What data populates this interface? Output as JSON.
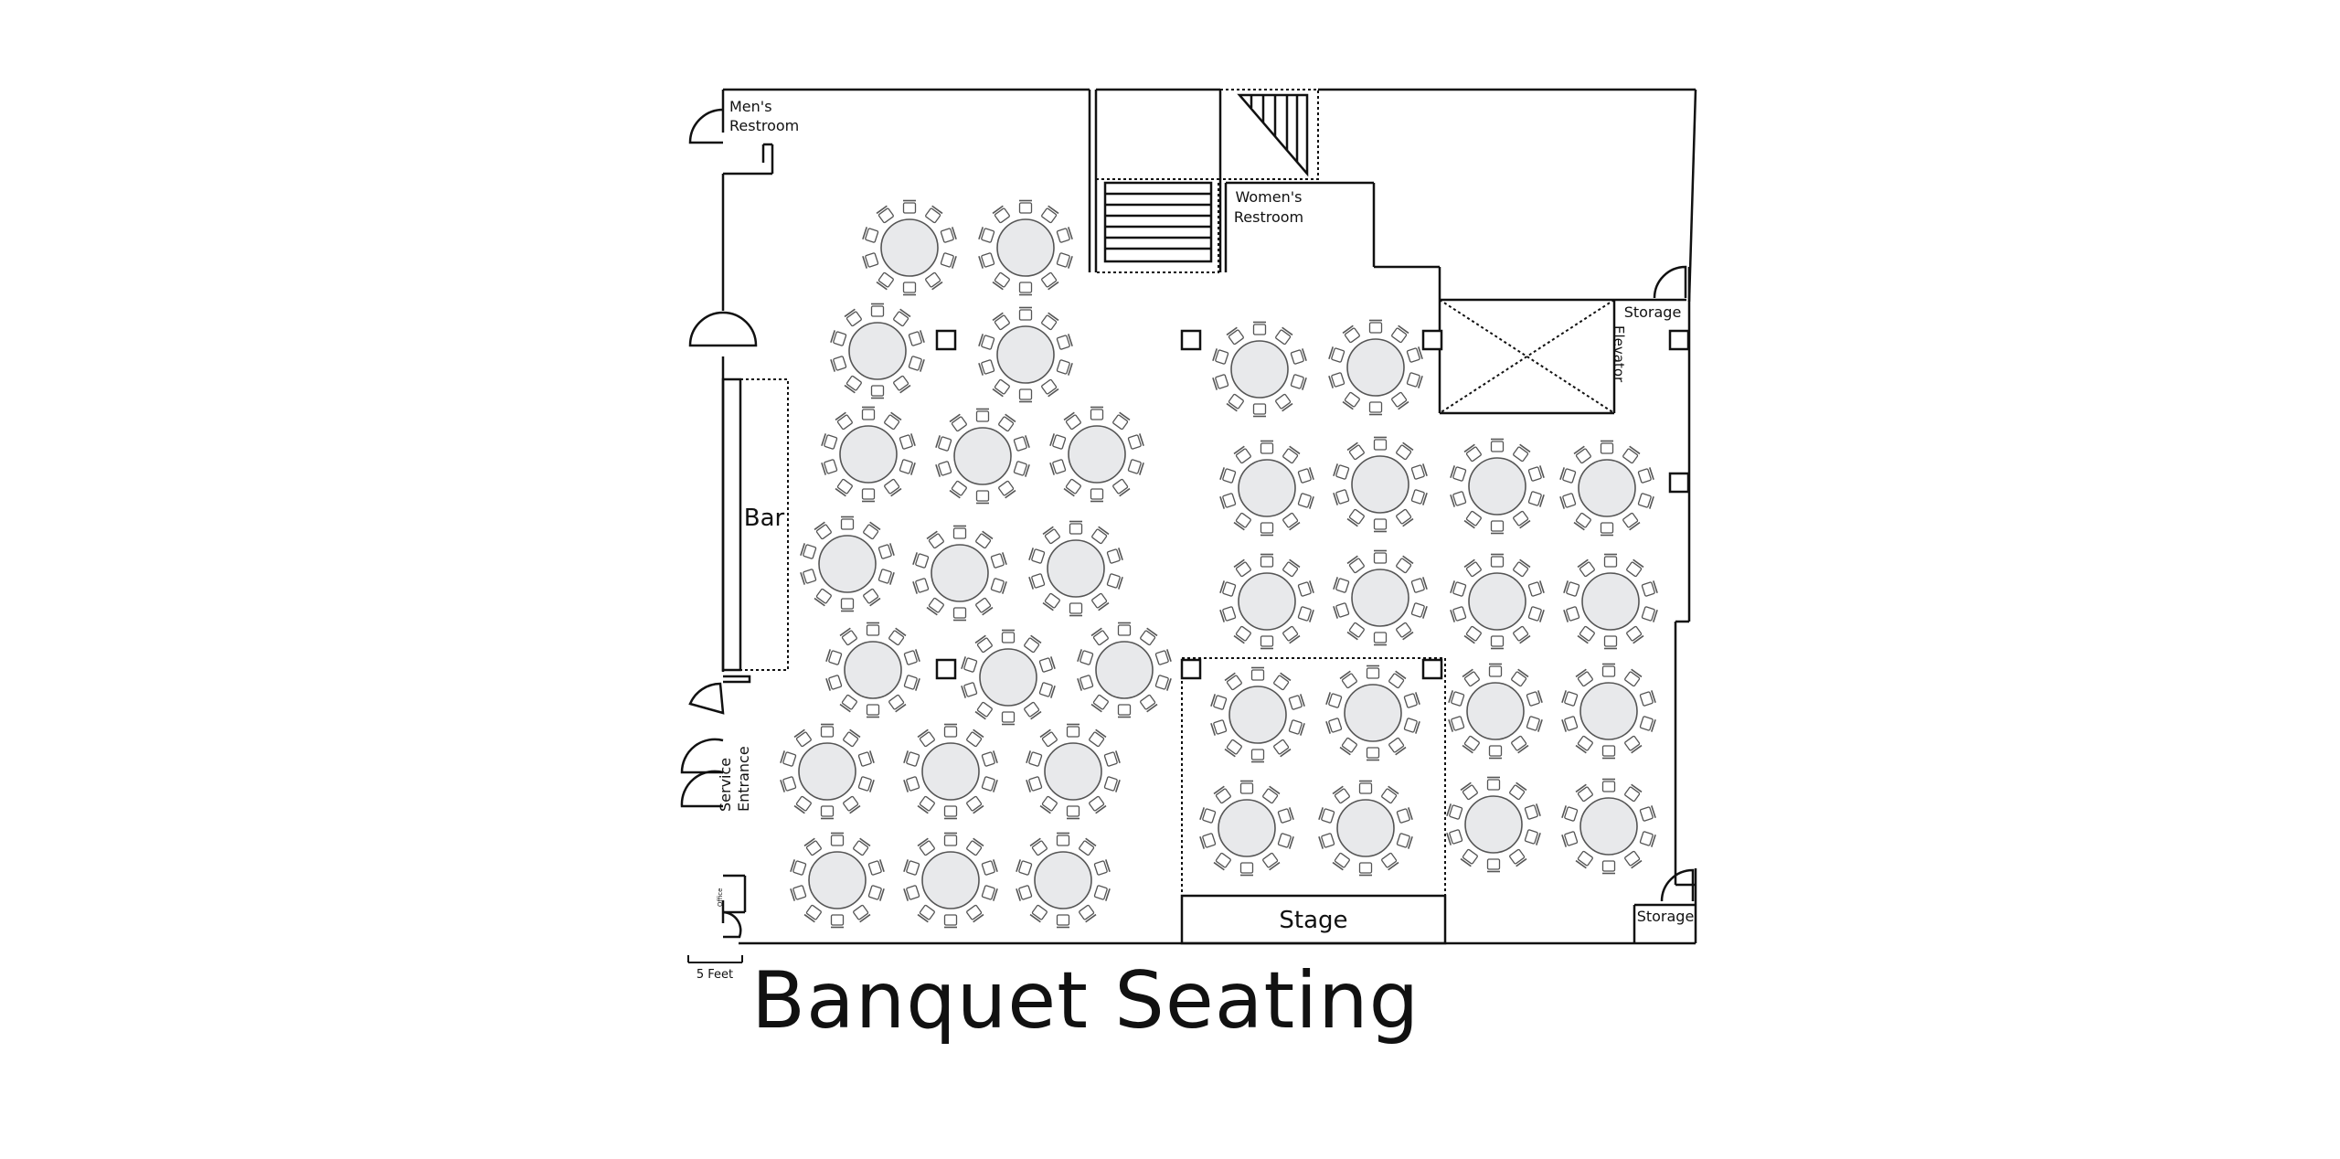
{
  "title": "Banquet Seating",
  "scale": {
    "label": "5 Feet"
  },
  "rooms": {
    "mens_restroom": [
      "Men's",
      "Restroom"
    ],
    "womens_restroom": [
      "Women's",
      "Restroom"
    ],
    "storage_top": "Storage",
    "storage_bottom": "Storage",
    "elevator": "Elevator",
    "bar": "Bar",
    "service_entrance": [
      "Service",
      "Entrance"
    ],
    "office": "Office",
    "stage": "Stage"
  },
  "colors": {
    "line": "#111111",
    "table_fill": "#e8e9eb",
    "chair_stroke": "#555555"
  },
  "tables": [
    {
      "id": "t1"
    },
    {
      "id": "t2"
    },
    {
      "id": "t3"
    },
    {
      "id": "t4"
    },
    {
      "id": "t5"
    },
    {
      "id": "t6"
    },
    {
      "id": "t7"
    },
    {
      "id": "t8"
    },
    {
      "id": "t9"
    },
    {
      "id": "t10"
    },
    {
      "id": "t11"
    },
    {
      "id": "t12"
    },
    {
      "id": "t13"
    },
    {
      "id": "t14"
    },
    {
      "id": "t15"
    },
    {
      "id": "t16"
    },
    {
      "id": "t17"
    },
    {
      "id": "t18"
    },
    {
      "id": "t19"
    },
    {
      "id": "t20"
    },
    {
      "id": "t21"
    },
    {
      "id": "t22"
    },
    {
      "id": "t23"
    },
    {
      "id": "t24"
    },
    {
      "id": "t25"
    },
    {
      "id": "t26"
    },
    {
      "id": "t27"
    },
    {
      "id": "t28"
    },
    {
      "id": "t29"
    },
    {
      "id": "t30"
    },
    {
      "id": "t31"
    },
    {
      "id": "t32"
    },
    {
      "id": "t33"
    },
    {
      "id": "t34"
    },
    {
      "id": "t35"
    },
    {
      "id": "t36"
    },
    {
      "id": "t37"
    },
    {
      "id": "t38"
    }
  ],
  "chairs_per_table": 10
}
